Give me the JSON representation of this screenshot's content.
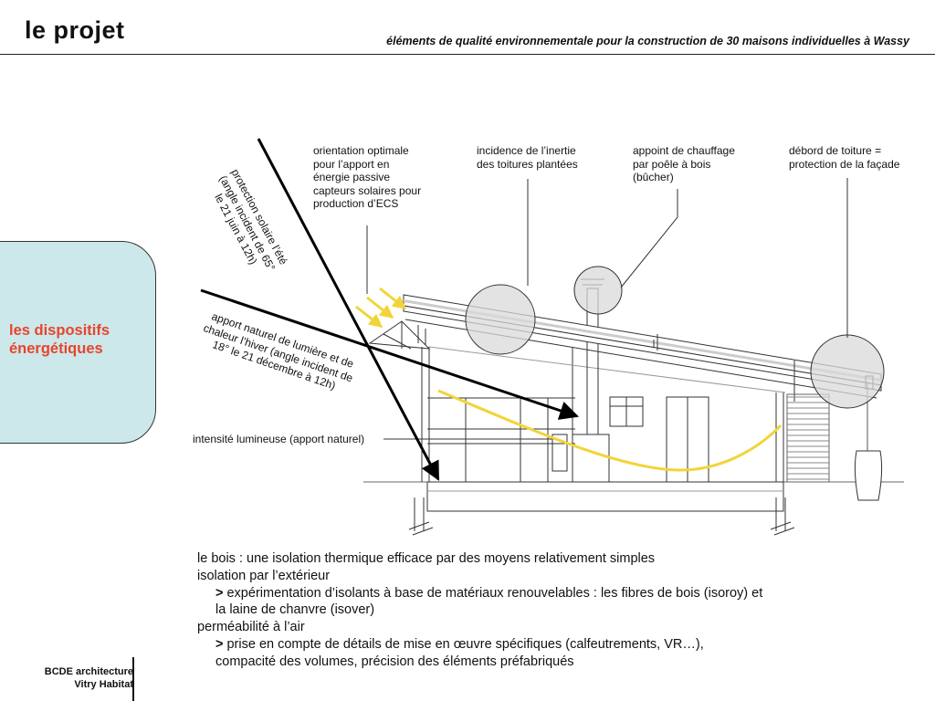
{
  "header": {
    "title": "le projet",
    "subtitle": "éléments de qualité environnementale pour la construction de 30 maisons individuelles à Wassy"
  },
  "side_panel": {
    "line1": "les dispositifs",
    "line2": "énergétiques",
    "color": "#e8442a",
    "background": "#cce8ea"
  },
  "diagram": {
    "labels": {
      "orientation": "orientation optimale\npour l’apport en\nénergie passive\ncapteurs solaires pour\nproduction d’ECS",
      "inertie": "incidence de l’inertie\ndes toitures plantées",
      "chauffage": "appoint de chauffage\npar poêle à bois\n(bûcher)",
      "debord": "débord de toiture =\nprotection de la façade",
      "ete": "protection solaire l’été\n(angle incident de 65°\nle 21 juin à 12h)",
      "hiver": "apport naturel de lumière et de\nchaleur l’hiver (angle incident de\n18° le 21 décembre à 12h)",
      "intensite": "intensité lumineuse (apport naturel)"
    },
    "accent_yellow": "#f2d43a"
  },
  "body": {
    "line1": "le bois : une isolation thermique efficace par des moyens relativement simples",
    "line2": "isolation par l’extérieur",
    "bullet1_marker": ">",
    "bullet1": " expérimentation d’isolants à base de matériaux renouvelables : les fibres de bois (isoroy) et",
    "bullet1_cont": "la laine de chanvre (isover)",
    "line3": "perméabilité à l’air",
    "bullet2_marker": ">",
    "bullet2": " prise en compte de détails de mise en œuvre spécifiques (calfeutrements, VR…),",
    "bullet2_cont": "compacité des volumes, précision des éléments préfabriqués"
  },
  "footer": {
    "line1": "BCDE architecture",
    "line2": "Vitry Habitat"
  }
}
